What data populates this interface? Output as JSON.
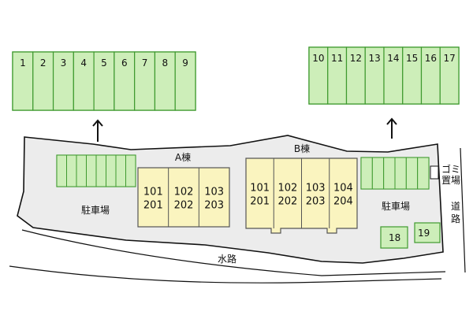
{
  "parking_top_left": [
    "1",
    "2",
    "3",
    "4",
    "5",
    "6",
    "7",
    "8",
    "9"
  ],
  "parking_top_right": [
    "10",
    "11",
    "12",
    "13",
    "14",
    "15",
    "16",
    "17"
  ],
  "building_a": {
    "name": "A棟",
    "units": [
      {
        "top": "101",
        "bottom": "201"
      },
      {
        "top": "102",
        "bottom": "202"
      },
      {
        "top": "103",
        "bottom": "203"
      }
    ]
  },
  "building_b": {
    "name": "B棟",
    "units": [
      {
        "top": "101",
        "bottom": "201"
      },
      {
        "top": "102",
        "bottom": "202"
      },
      {
        "top": "103",
        "bottom": "203"
      },
      {
        "top": "104",
        "bottom": "204"
      }
    ]
  },
  "labels": {
    "parking_left": "駐車場",
    "parking_right": "駐車場",
    "garbage_area": "ゴミ置場",
    "road": "道路",
    "waterway": "水路"
  },
  "extra_spaces": [
    "18",
    "19"
  ],
  "colors": {
    "parking_fill": "#cdeeb9",
    "parking_stroke": "#3f9a2f",
    "building_fill": "#faf4bf",
    "building_stroke": "#555555",
    "lot_fill": "#ececec",
    "lot_stroke": "#111111"
  }
}
